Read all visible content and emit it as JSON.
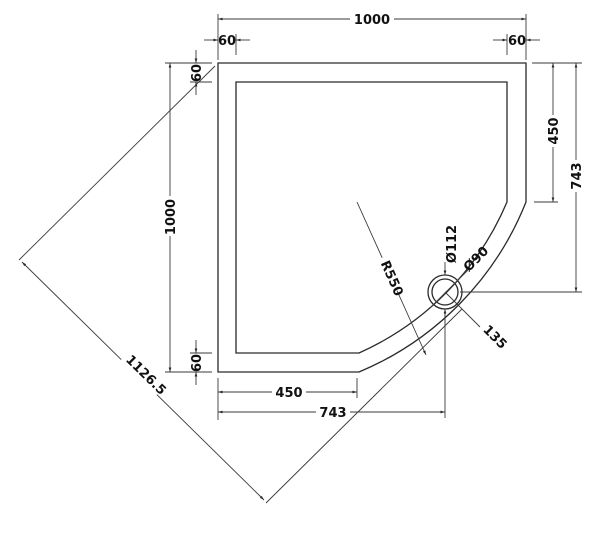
{
  "drawing": {
    "title": "Quadrant shower tray technical drawing",
    "colors": {
      "line": "#2a2a2a",
      "text": "#111111",
      "background": "#ffffff"
    },
    "dimensions": {
      "overall_width": "1000",
      "overall_depth": "1000",
      "top_left_rim": "60",
      "top_right_rim": "60",
      "left_top_rim": "60",
      "left_bottom_rim": "60",
      "right_straight": "450",
      "right_waste_offset": "743",
      "bottom_straight": "450",
      "bottom_waste_offset": "743",
      "diagonal": "1126.5",
      "radius": "R550",
      "waste_outer_diameter": "Ø112",
      "waste_inner_diameter": "Ø90",
      "waste_offset_from_curve": "135"
    }
  }
}
